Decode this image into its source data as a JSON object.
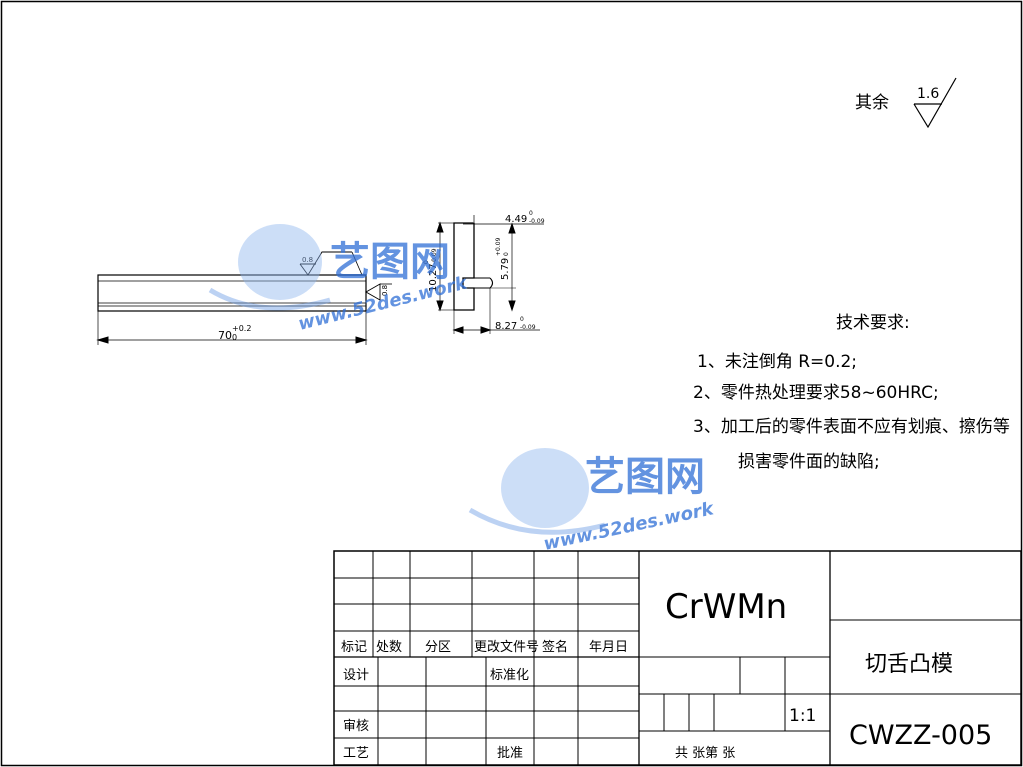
{
  "roughness": {
    "label": "其余",
    "value": "1.6"
  },
  "part_view": {
    "length_dim": "70",
    "length_tol": "+0.2",
    "length_tol_low": "0",
    "surface_mark_1": "0.8",
    "surface_mark_2": "0.8"
  },
  "profile_view": {
    "width_top": "4.49",
    "width_top_tol": "0",
    "width_top_tol_low": "-0.09",
    "height_total": "10.27",
    "height_total_tol": "0",
    "height_total_tol_low": "-0.09",
    "slot_height": "5.79",
    "slot_height_tol": "+0.09",
    "slot_height_tol_low": "0",
    "width_bottom": "8.27",
    "width_bottom_tol": "0",
    "width_bottom_tol_low": "-0.09"
  },
  "tech_requirements": {
    "title": "技术要求:",
    "items": [
      "1、未注倒角  R=0.2;",
      "2、零件热处理要求58~60HRC;",
      "3、加工后的零件表面不应有划痕、擦伤等",
      "损害零件面的缺陷;"
    ]
  },
  "watermark": {
    "brand": "艺图网",
    "url": "www.52des.work"
  },
  "title_block": {
    "material": "CrWMn",
    "part_name": "切舌凸模",
    "drawing_no": "CWZZ-005",
    "scale": "1:1",
    "sheets": "共  张第  张",
    "labels": {
      "mark": "标记",
      "count": "处数",
      "zone": "分区",
      "change_doc": "更改文件号",
      "sign": "签名",
      "date": "年月日",
      "design": "设计",
      "standardize": "标准化",
      "review": "审核",
      "process": "工艺",
      "approve": "批准"
    }
  },
  "colors": {
    "line": "#000000",
    "watermark_blue": "#2f6fd6",
    "watermark_light": "#8fb6ee"
  }
}
